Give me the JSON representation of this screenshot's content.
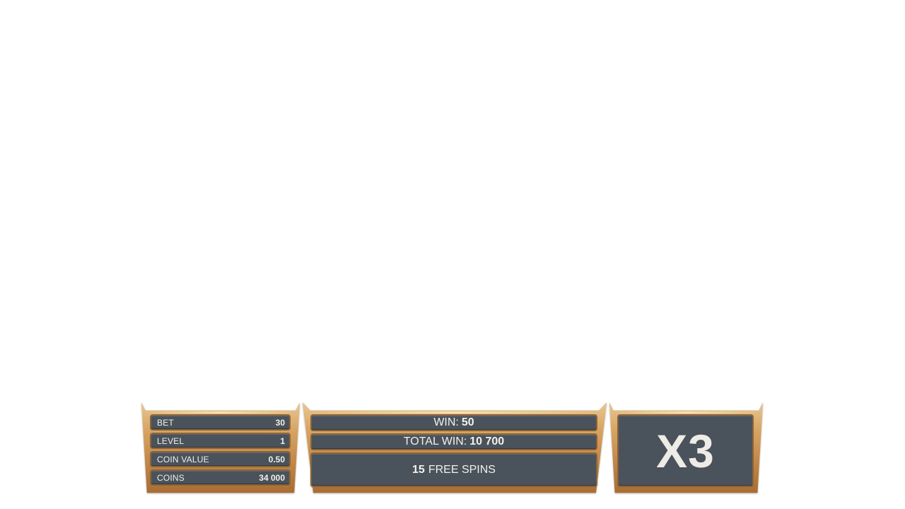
{
  "stats": [
    {
      "label": "BET",
      "value": "30"
    },
    {
      "label": "LEVEL",
      "value": "1"
    },
    {
      "label": "COIN VALUE",
      "value": "0.50"
    },
    {
      "label": "COINS",
      "value": "34 000"
    }
  ],
  "win": {
    "win_label": "WIN:",
    "win_value": "50",
    "total_label": "TOTAL WIN:",
    "total_value": "10 700",
    "spins_count": "15",
    "spins_label": "FREE SPINS"
  },
  "multiplier": {
    "text": "X3"
  },
  "colors": {
    "panel_fill": "#4a535b",
    "frame_gold": "#d7a564",
    "text": "#f2f0ec"
  }
}
